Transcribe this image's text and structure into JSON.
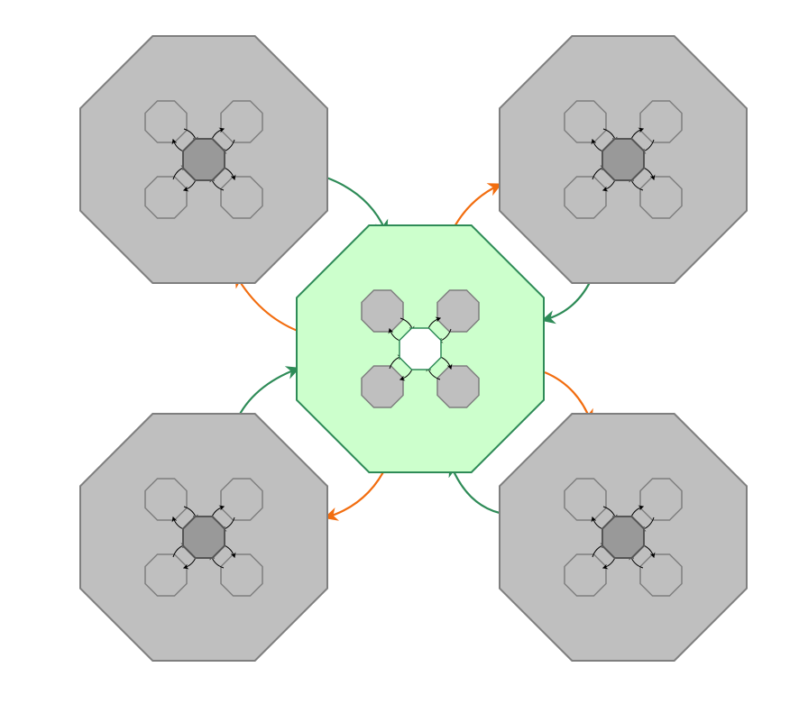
{
  "diagram": {
    "description_visible_text": "",
    "nodes": [
      {
        "id": "top-left",
        "role": "peer",
        "fill": "#bfbfbf",
        "stroke": "#7f7f7f",
        "core_fill": "#999999"
      },
      {
        "id": "top-right",
        "role": "peer",
        "fill": "#bfbfbf",
        "stroke": "#7f7f7f",
        "core_fill": "#999999"
      },
      {
        "id": "center",
        "role": "hub",
        "fill": "#ccffcc",
        "stroke": "#2e8b57",
        "core_fill": "#ffffff"
      },
      {
        "id": "bottom-left",
        "role": "peer",
        "fill": "#bfbfbf",
        "stroke": "#7f7f7f",
        "core_fill": "#999999"
      },
      {
        "id": "bottom-right",
        "role": "peer",
        "fill": "#bfbfbf",
        "stroke": "#7f7f7f",
        "core_fill": "#999999"
      }
    ],
    "edges": [
      {
        "from": "top-left",
        "to": "center",
        "color": "#2e8b57"
      },
      {
        "from": "center",
        "to": "top-left",
        "color": "#f26d0f"
      },
      {
        "from": "center",
        "to": "top-right",
        "color": "#f26d0f"
      },
      {
        "from": "top-right",
        "to": "center",
        "color": "#2e8b57"
      },
      {
        "from": "bottom-left",
        "to": "center",
        "color": "#2e8b57"
      },
      {
        "from": "center",
        "to": "bottom-left",
        "color": "#f26d0f"
      },
      {
        "from": "center",
        "to": "bottom-right",
        "color": "#f26d0f"
      },
      {
        "from": "bottom-right",
        "to": "center",
        "color": "#2e8b57"
      }
    ],
    "colors": {
      "peer_fill": "#bfbfbf",
      "peer_stroke": "#7f7f7f",
      "hub_fill": "#ccffcc",
      "hub_stroke": "#2e8b57",
      "incoming_edge": "#2e8b57",
      "outgoing_edge": "#f26d0f",
      "inner_arrow": "#000000"
    }
  }
}
